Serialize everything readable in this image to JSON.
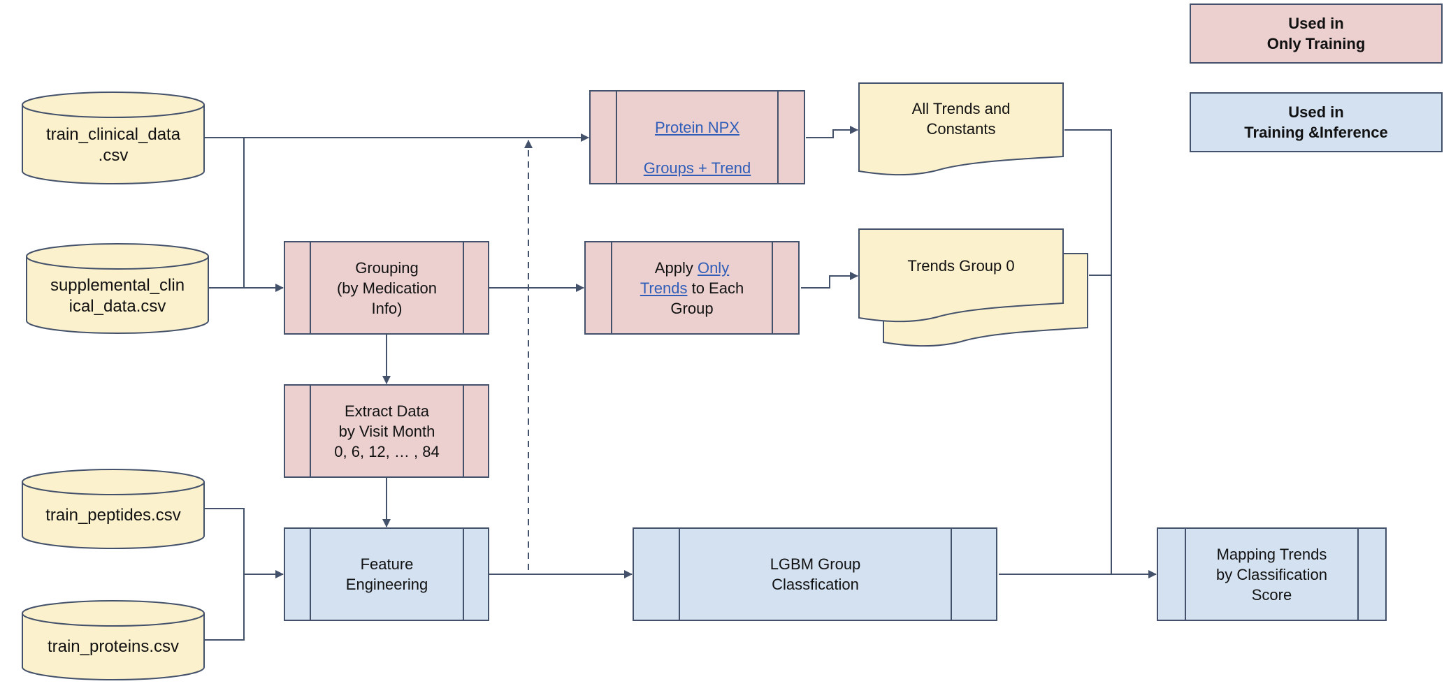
{
  "colors": {
    "pink": "#ecd0d0",
    "blue": "#d3e1f1",
    "yellow": "#fcf1cd",
    "stroke": "#44516a",
    "link": "#2f5db8"
  },
  "legend": {
    "training_only": "Used in\nOnly Training",
    "training_inference": "Used in\nTraining &Inference"
  },
  "sources": {
    "clinical": "train_clinical_data\n.csv",
    "supplemental": "supplemental_clin\nical_data.csv",
    "peptides": "train_peptides.csv",
    "proteins": "train_proteins.csv"
  },
  "processes": {
    "protein_npx": {
      "line1": "Protein NPX",
      "line2": "Groups + Trend"
    },
    "grouping": "Grouping\n(by Medication\nInfo)",
    "apply_trends": {
      "pre": "Apply ",
      "link1": "Only",
      "link2": "Trends",
      "post1": " to Each",
      "post2": "Group"
    },
    "extract": "Extract Data\nby Visit Month\n0, 6, 12, … , 84",
    "feature": "Feature\nEngineering",
    "lgbm": "LGBM Group\nClassfication",
    "mapping": "Mapping Trends\nby Classification\nScore"
  },
  "documents": {
    "all_trends": "All Trends and\nConstants",
    "trends_group": "Trends Group 0"
  }
}
